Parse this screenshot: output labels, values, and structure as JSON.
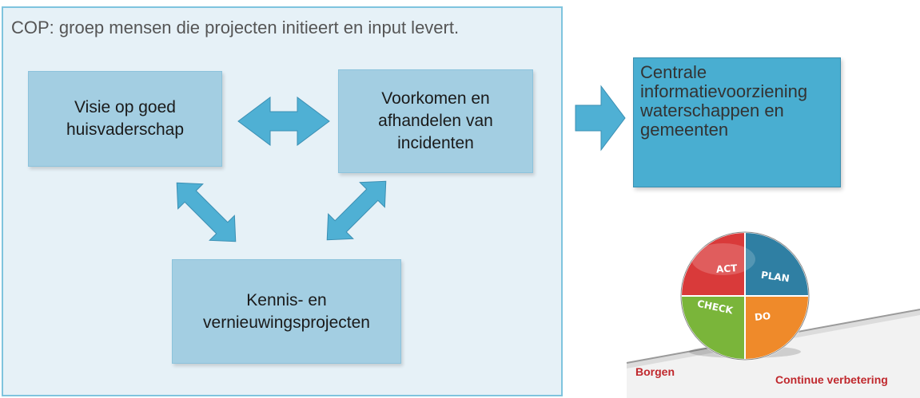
{
  "panel": {
    "title": "COP: groep mensen die projecten initieert en input levert."
  },
  "boxes": {
    "visie": "Visie op goed\nhuisvaderschap",
    "voorkomen": "Voorkomen en\nafhandelen van\nincidenten",
    "kennis": "Kennis- en\nvernieuwingsprojecten"
  },
  "central": {
    "text": "Centrale\ninformatievoorziening\nwaterschappen en\ngemeenten"
  },
  "pdca": {
    "segments": [
      "ACT",
      "PLAN",
      "CHECK",
      "DO"
    ],
    "borgen": "Borgen",
    "continue": "Continue verbetering"
  },
  "colors": {
    "panel_bg": "#e6f1f7",
    "box_fill": "#a3cee2",
    "arrow_fill": "#4fb0d4",
    "central_fill": "#49aed1",
    "act": "#d93a3a",
    "plan": "#2f7fa3",
    "check": "#7ab53a",
    "do": "#ef8a2a",
    "accent_text": "#c0282d"
  }
}
